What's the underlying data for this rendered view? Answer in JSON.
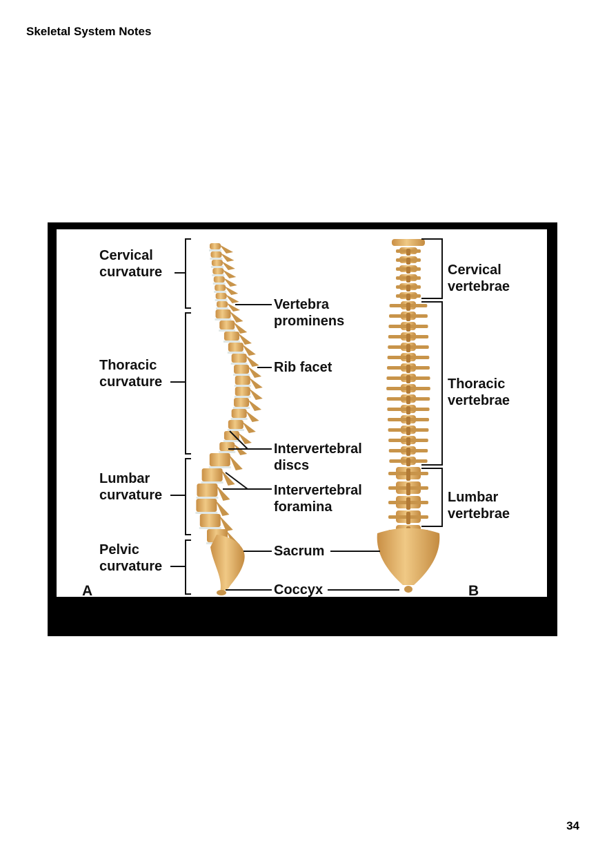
{
  "document": {
    "header": "Skeletal System Notes",
    "page_number": "34"
  },
  "figure": {
    "panel_a": {
      "letter": "A",
      "curvature_labels": [
        {
          "line1": "Cervical",
          "line2": "curvature"
        },
        {
          "line1": "Thoracic",
          "line2": "curvature"
        },
        {
          "line1": "Lumbar",
          "line2": "curvature"
        },
        {
          "line1": "Pelvic",
          "line2": "curvature"
        }
      ]
    },
    "center_labels": [
      {
        "line1": "Vertebra",
        "line2": "prominens"
      },
      {
        "line1": "Rib facet",
        "line2": ""
      },
      {
        "line1": "Intervertebral",
        "line2": "discs"
      },
      {
        "line1": "Intervertebral",
        "line2": "foramina"
      },
      {
        "line1": "Sacrum",
        "line2": ""
      },
      {
        "line1": "Coccyx",
        "line2": ""
      }
    ],
    "panel_b": {
      "letter": "B",
      "vertebrae_labels": [
        {
          "line1": "Cervical",
          "line2": "vertebrae"
        },
        {
          "line1": "Thoracic",
          "line2": "vertebrae"
        },
        {
          "line1": "Lumbar",
          "line2": "vertebrae"
        }
      ]
    },
    "colors": {
      "bone": "#e5b870",
      "bone_dark": "#c8944a",
      "disc": "#dfe7e6",
      "frame": "#000000",
      "panel_bg": "#ffffff"
    }
  }
}
